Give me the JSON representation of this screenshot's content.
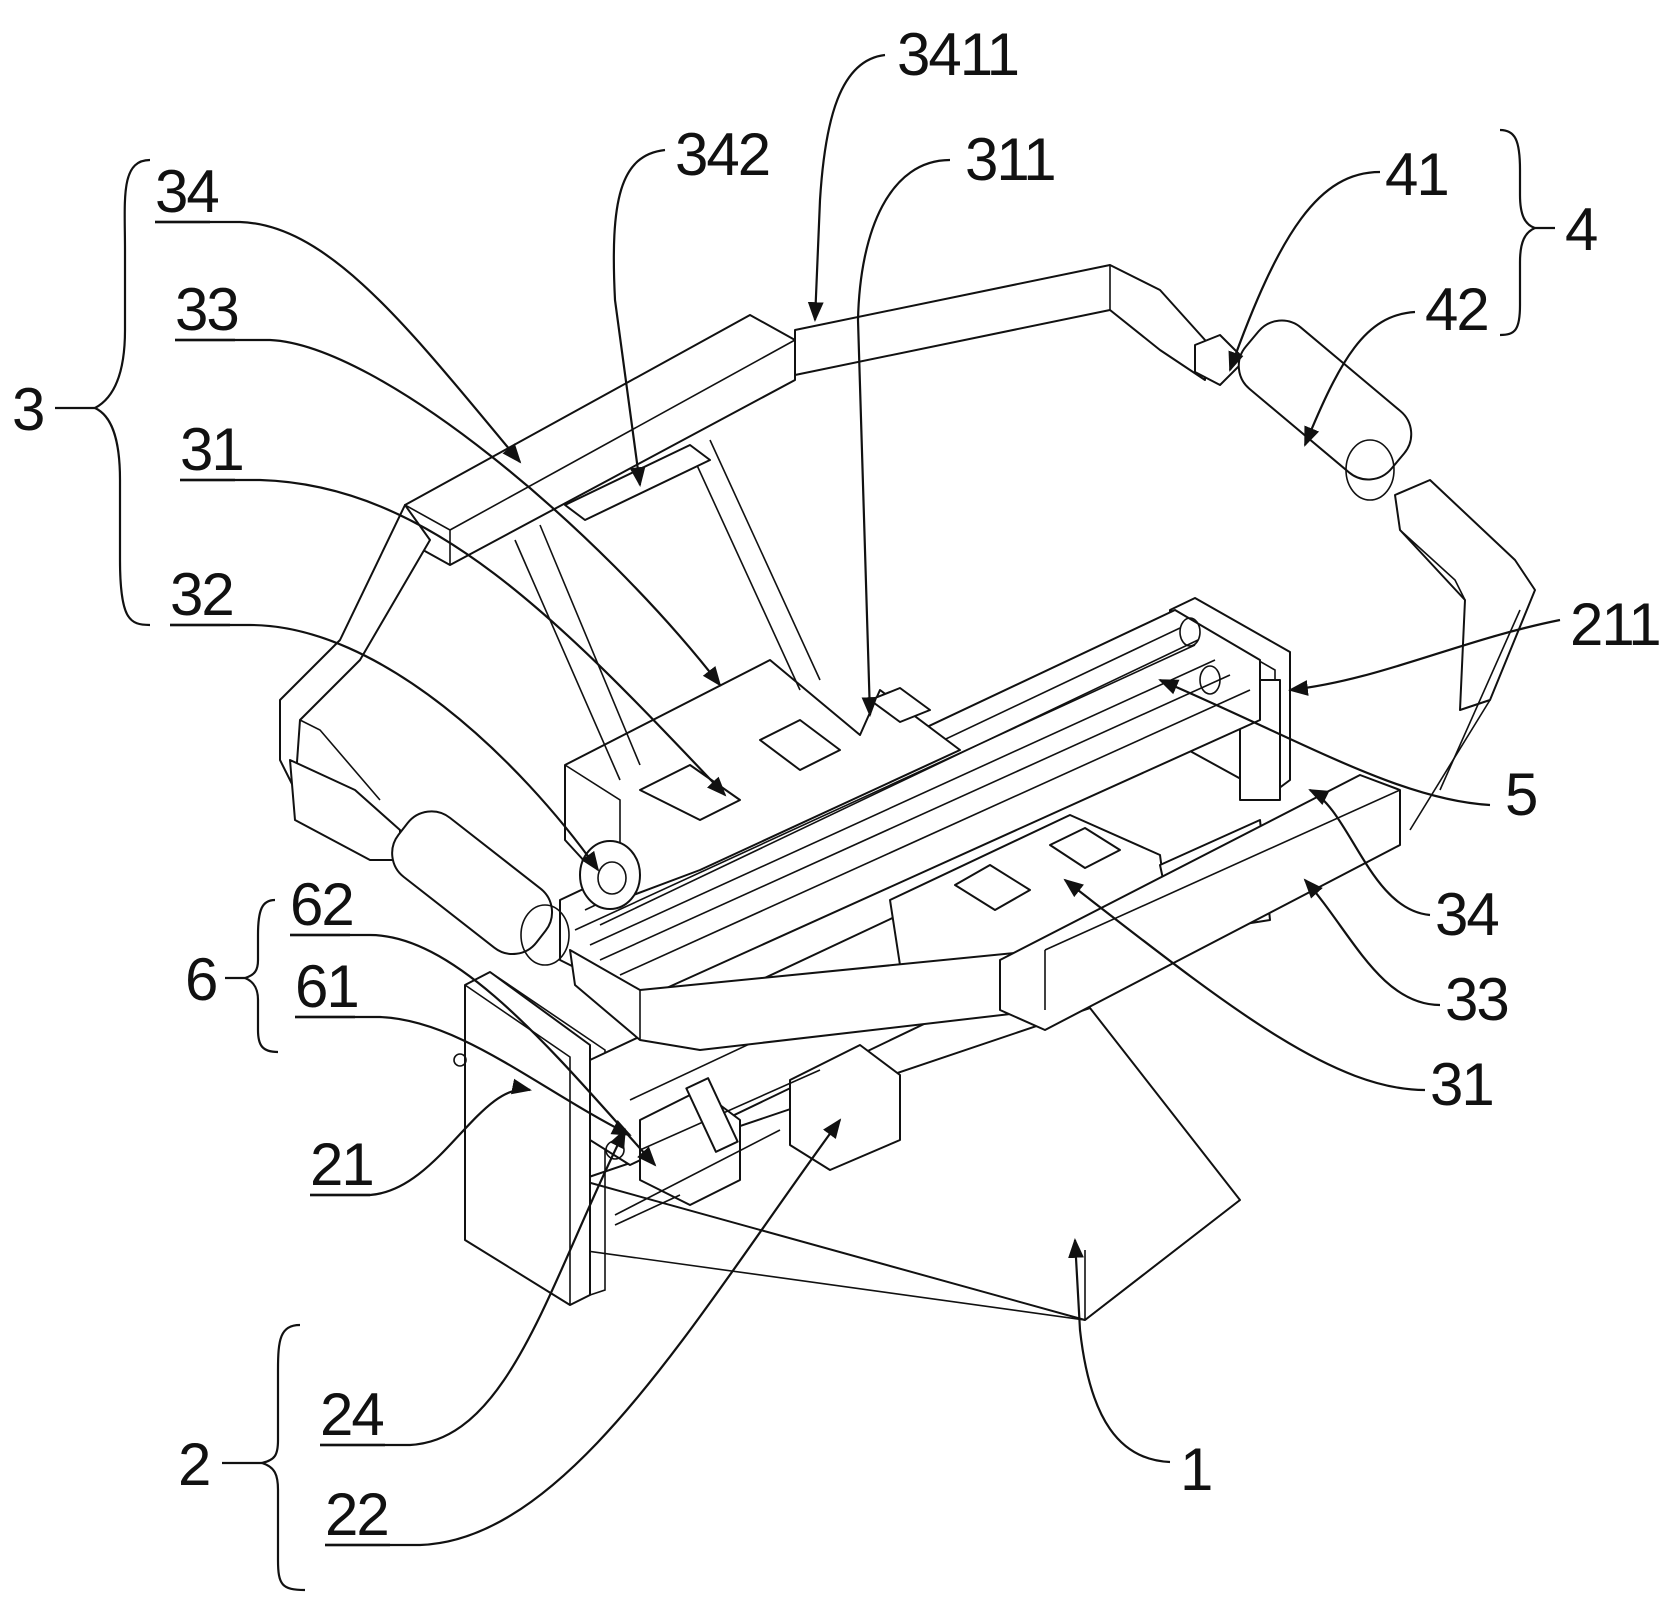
{
  "figure": {
    "type": "patent-drawing",
    "description": "Isometric line drawing of a mechanical assembly with numbered reference labels",
    "colors": {
      "line": "#111111",
      "background": "#ffffff"
    }
  },
  "labels": {
    "l3411": "3411",
    "l342": "342",
    "l311": "311",
    "l34_left": "34",
    "l33_left": "33",
    "l31_left": "31",
    "l32": "32",
    "l3": "3",
    "l41": "41",
    "l42": "42",
    "l4": "4",
    "l211": "211",
    "l5": "5",
    "l34_right": "34",
    "l33_right": "33",
    "l31_right": "31",
    "l6": "6",
    "l62": "62",
    "l61": "61",
    "l21": "21",
    "l2": "2",
    "l24": "24",
    "l22": "22",
    "l1": "1"
  },
  "groups": [
    {
      "label": "3",
      "members": [
        "34",
        "33",
        "31",
        "32"
      ]
    },
    {
      "label": "4",
      "members": [
        "41",
        "42"
      ]
    },
    {
      "label": "6",
      "members": [
        "62",
        "61"
      ]
    },
    {
      "label": "2",
      "members": [
        "21",
        "24",
        "22"
      ]
    }
  ]
}
